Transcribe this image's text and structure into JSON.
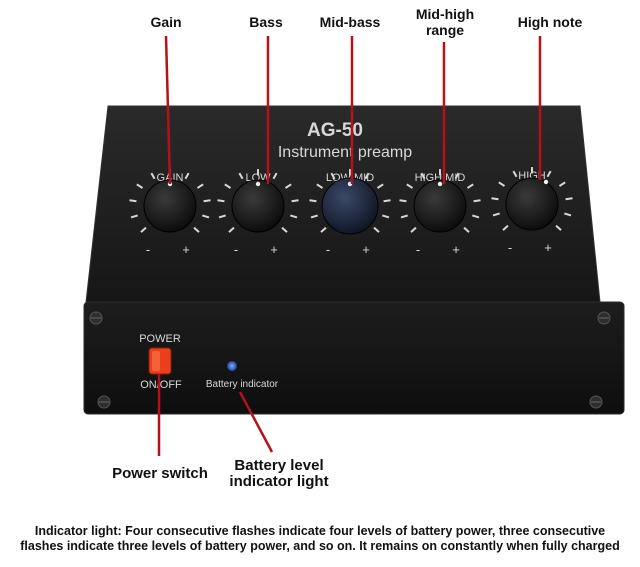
{
  "callouts": {
    "gain": "Gain",
    "bass": "Bass",
    "mid_bass": "Mid-bass",
    "mid_high_line1": "Mid-high",
    "mid_high_line2": "range",
    "high_note": "High note",
    "power_switch": "Power switch",
    "battery_line1": "Battery level",
    "battery_line2": "indicator light"
  },
  "device": {
    "model": "AG-50",
    "subtitle": "Instrument preamp",
    "knob_labels": [
      "GAIN",
      "LOW",
      "LOW MID",
      "HIGH MID",
      "HIGH"
    ],
    "minus": "-",
    "plus": "+",
    "power_label": "POWER",
    "onoff_label": "ON/OFF",
    "battery_label": "Battery indicator"
  },
  "caption": {
    "line1": "Indicator light: Four consecutive flashes indicate four levels of battery power, three consecutive",
    "line2": "flashes indicate three levels of battery power, and so on. It remains on constantly when fully charged"
  },
  "colors": {
    "arrow": "#b3121b",
    "device_body": "#141414",
    "switch": "#e8401c",
    "led": "#1f5bd8"
  }
}
